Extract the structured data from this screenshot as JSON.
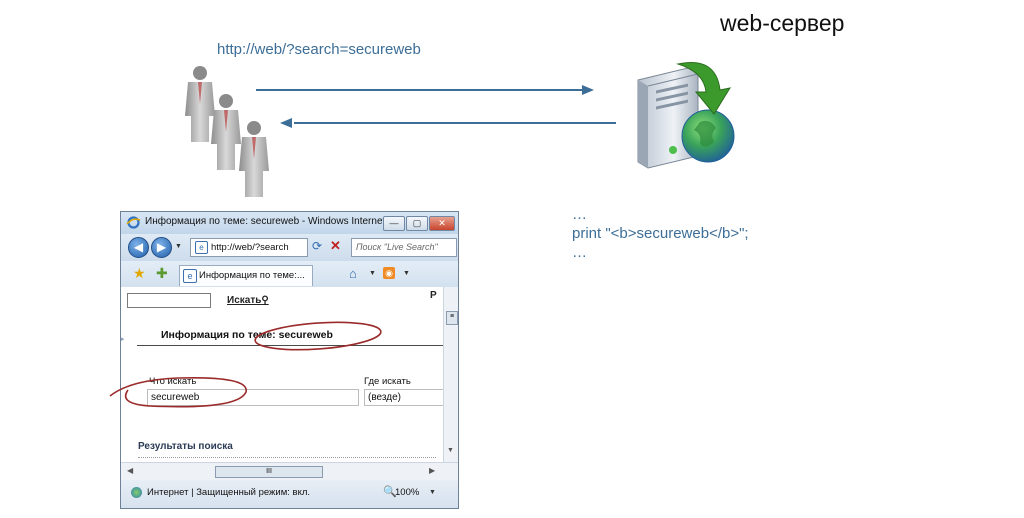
{
  "diagram": {
    "server_title": "web-сервер",
    "request_url": "http://web/?search=secureweb",
    "code_lines": [
      "…",
      "print \"<b>secureweb</b>\";",
      "…"
    ]
  },
  "browser": {
    "title": "Информация по теме: secureweb - Windows Internet ...",
    "window_buttons": {
      "minimize": "—",
      "maximize": "▢",
      "close": "✕"
    },
    "nav": {
      "back": "◀",
      "forward": "▶",
      "address": "http://web/?search",
      "search_placeholder": "Поиск \"Live Search\""
    },
    "tab": {
      "label": "Информация по теме:..."
    },
    "page": {
      "search_link": "Искать",
      "corner_char": "Р",
      "heading": "Информация по теме: secureweb",
      "what_label": "Что искать",
      "what_value": "secureweb",
      "where_label": "Где искать",
      "where_value": "(везде)",
      "results_label": "Результаты поиска"
    },
    "status": {
      "text": "Интернет | Защищенный режим: вкл.",
      "zoom": "100%"
    }
  },
  "colors": {
    "arrow": "#3c6e97",
    "annotation": "#9b2b2b",
    "link_text": "#3c6e97"
  },
  "icons": [
    "user-group-icon",
    "server-icon",
    "globe-icon",
    "ie-logo-icon",
    "home-icon",
    "rss-icon",
    "favorites-star-icon"
  ]
}
